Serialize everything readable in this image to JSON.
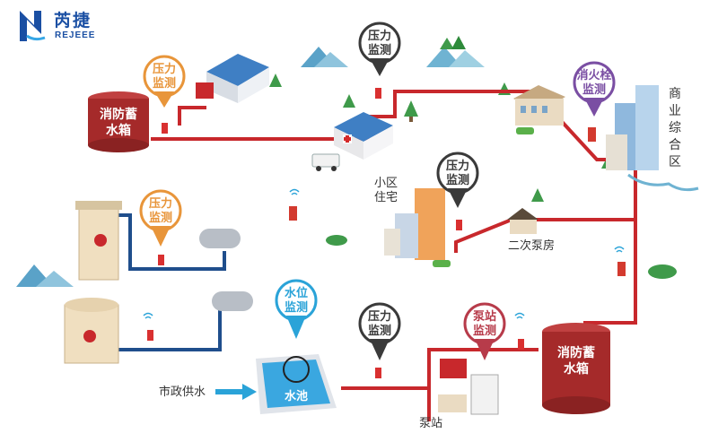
{
  "logo": {
    "cn": "芮捷",
    "en": "REJEEE"
  },
  "colors": {
    "pipe_red": "#c8282c",
    "pipe_blue": "#1f4e8c",
    "pin_pressure": "#e8953a",
    "pin_dark": "#3a3a3a",
    "pin_hydrant": "#7a4ea3",
    "pin_water": "#2aa3d8",
    "pin_pump": "#b73b4a",
    "tank_red": "#a52a2a",
    "pool_blue": "#3aa7e0"
  },
  "tanks": {
    "top_left": "消防蓄\n水箱",
    "right": "消防蓄\n水箱"
  },
  "pins": {
    "p1": "压力\n监测",
    "p2": "压力\n监测",
    "p3": "消火栓\n监测",
    "p4": "压力\n监测",
    "p5": "压力\n监测",
    "p6": "水位\n监测",
    "p7": "压力\n监测",
    "p8": "泵站\n监测"
  },
  "labels": {
    "commercial": "商\n业\n综\n合\n区",
    "residential": "小区\n住宅",
    "secondary_pump": "二次泵房",
    "municipal": "市政供水",
    "pool": "水池",
    "pump_station": "泵站"
  },
  "icons": [
    "logo-icon",
    "wifi-icon",
    "hydrant-icon",
    "pressure-sensor-icon",
    "tree-icon",
    "mountain-icon",
    "ambulance-icon",
    "car-icon"
  ]
}
